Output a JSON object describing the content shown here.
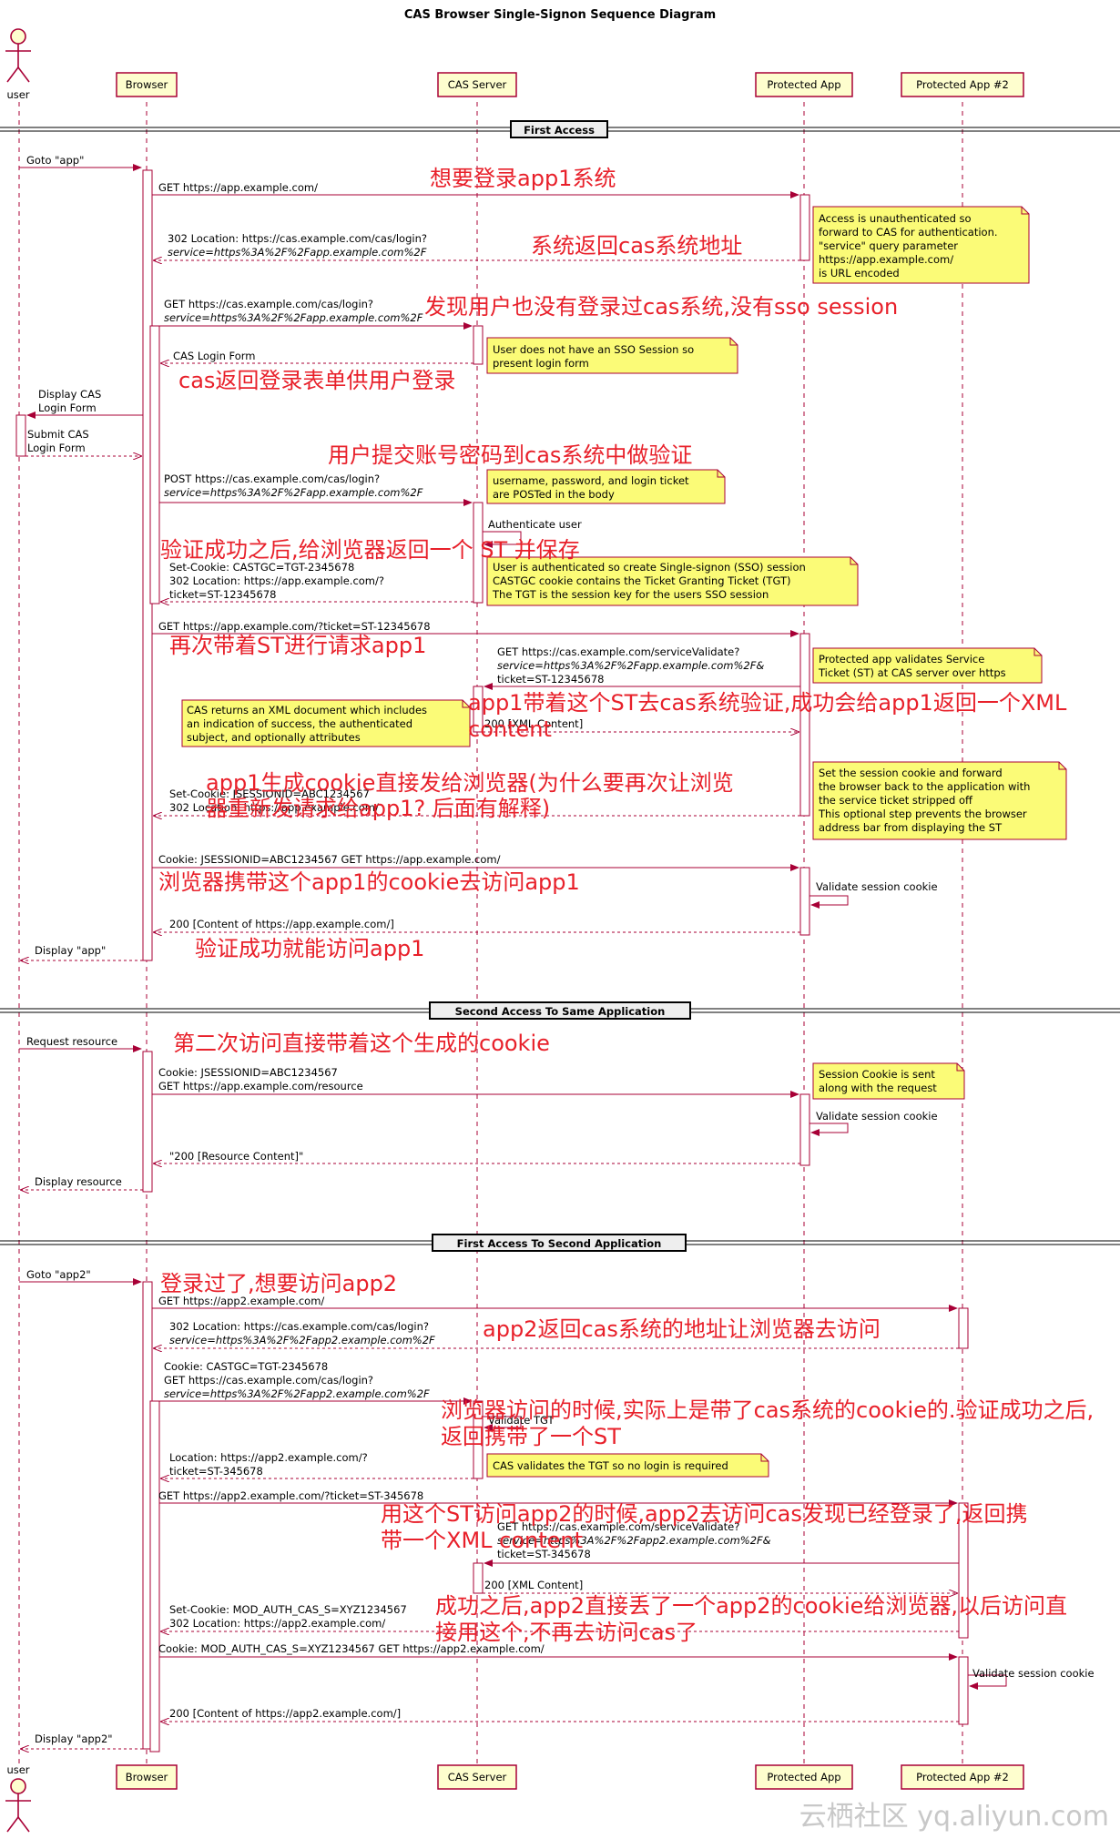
{
  "title": "CAS Browser Single-Signon Sequence Diagram",
  "participants": {
    "user": "user",
    "browser": "Browser",
    "cas": "CAS Server",
    "app1": "Protected App",
    "app2": "Protected App #2"
  },
  "sections": {
    "first_access": "First Access",
    "second_access": "Second Access To Same Application",
    "first_access_second_app": "First Access To Second Application"
  },
  "messages": {
    "m1": "Goto \"app\"",
    "m2": "GET https://app.example.com/",
    "m3a": "302 Location: https://cas.example.com/cas/login?",
    "m3b": "service=https%3A%2F%2Fapp.example.com%2F",
    "m4a": "GET https://cas.example.com/cas/login?",
    "m4b": "service=https%3A%2F%2Fapp.example.com%2F",
    "m5": "CAS Login Form",
    "m6a": "Display CAS",
    "m6b": "Login Form",
    "m7a": "Submit CAS",
    "m7b": "Login Form",
    "m8a": "POST https://cas.example.com/cas/login?",
    "m8b": "service=https%3A%2F%2Fapp.example.com%2F",
    "m9": "Authenticate user",
    "m10a": "Set-Cookie: CASTGC=TGT-2345678",
    "m10b": "302 Location: https://app.example.com/?",
    "m10c": "ticket=ST-12345678",
    "m11": "GET https://app.example.com/?ticket=ST-12345678",
    "m12a": "GET https://cas.example.com/serviceValidate?",
    "m12b": "service=https%3A%2F%2Fapp.example.com%2F&",
    "m12c": "ticket=ST-12345678",
    "m13": "200 [XML Content]",
    "m14a": "Set-Cookie: JSESSIONID=ABC1234567",
    "m14b": "302 Location: https://app.example.com/",
    "m15": "Cookie: JSESSIONID=ABC1234567 GET https://app.example.com/",
    "m16": "Validate session cookie",
    "m17": "200 [Content of https://app.example.com/]",
    "m18": "Display \"app\"",
    "m19": "Request resource",
    "m20a": "Cookie: JSESSIONID=ABC1234567",
    "m20b": "GET https://app.example.com/resource",
    "m21": "Validate session cookie",
    "m22": "\"200 [Resource Content]\"",
    "m23": "Display resource",
    "m24": "Goto \"app2\"",
    "m25": "GET https://app2.example.com/",
    "m26a": "302 Location: https://cas.example.com/cas/login?",
    "m26b": "service=https%3A%2F%2Fapp2.example.com%2F",
    "m27a": "Cookie: CASTGC=TGT-2345678",
    "m27b": "GET https://cas.example.com/cas/login?",
    "m27c": "service=https%3A%2F%2Fapp2.example.com%2F",
    "m28": "Validate TGT",
    "m29a": "Location: https://app2.example.com/?",
    "m29b": "ticket=ST-345678",
    "m30": "GET https://app2.example.com/?ticket=ST-345678",
    "m31a": "GET https://cas.example.com/serviceValidate?",
    "m31b": "service=https%3A%2F%2Fapp2.example.com%2F&",
    "m31c": "ticket=ST-345678",
    "m32": "200 [XML Content]",
    "m33a": "Set-Cookie: MOD_AUTH_CAS_S=XYZ1234567",
    "m33b": "302 Location: https://app2.example.com/",
    "m34": "Cookie: MOD_AUTH_CAS_S=XYZ1234567 GET https://app2.example.com/",
    "m35": "Validate session cookie",
    "m36": "200 [Content of https://app2.example.com/]",
    "m37": "Display \"app2\""
  },
  "notes": {
    "n1": [
      "Access is unauthenticated so",
      "forward to CAS for authentication.",
      "\"service\" query parameter",
      "https://app.example.com/",
      "is URL encoded"
    ],
    "n2": [
      "User does not have an SSO Session so",
      "present login form"
    ],
    "n3": [
      "username, password, and login ticket",
      "are POSTed in the body"
    ],
    "n4": [
      "User is authenticated so create Single-signon (SSO) session",
      "CASTGC cookie contains the Ticket Granting Ticket (TGT)",
      "The TGT is the session key for the users SSO session"
    ],
    "n5": [
      "Protected app validates Service",
      "Ticket (ST) at CAS server over https"
    ],
    "n6": [
      "CAS returns an XML document which includes",
      "an indication of success, the authenticated",
      "subject, and optionally attributes"
    ],
    "n7": [
      "Set the session cookie and forward",
      "the browser back to the application with",
      "the service ticket stripped off",
      "This optional step prevents the browser",
      "address bar from displaying the ST"
    ],
    "n8": [
      "Session Cookie is sent",
      "along with the request"
    ],
    "n9": [
      "CAS validates the TGT so no login is required"
    ]
  },
  "annotations": {
    "a1": "想要登录app1系统",
    "a2": "系统返回cas系统地址",
    "a3": "发现用户也没有登录过cas系统,没有sso session",
    "a4": "cas返回登录表单供用户登录",
    "a5": "用户提交账号密码到cas系统中做验证",
    "a6": "验证成功之后,给浏览器返回一个 ST 并保存",
    "a7": "再次带着ST进行请求app1",
    "a8a": "app1带着这个ST去cas系统验证,成功会给app1返回一个XML",
    "a8b": "content",
    "a9a": "app1生成cookie直接发给浏览器(为什么要再次让浏览",
    "a9b": "器重新发请求给app1? 后面有解释)",
    "a10": "浏览器携带这个app1的cookie去访问app1",
    "a11": "验证成功就能访问app1",
    "a12": "第二次访问直接带着这个生成的cookie",
    "a13": "登录过了,想要访问app2",
    "a14": "app2返回cas系统的地址让浏览器去访问",
    "a15a": "浏览器访问的时候,实际上是带了cas系统的cookie的.验证成功之后,",
    "a15b": "返回携带了一个ST",
    "a16a": "用这个ST访问app2的时候,app2去访问cas发现已经登录了,返回携",
    "a16b": "带一个XML content",
    "a17a": "成功之后,app2直接丢了一个app2的cookie给浏览器,以后访问直",
    "a17b": "接用这个,不再去访问cas了"
  },
  "watermark": "云栖社区 yq.aliyun.com",
  "colors": {
    "lifeline": "#a80036",
    "participant_fill": "#fefece",
    "note_fill": "#fbfb77",
    "annotation": "#e8202a"
  }
}
